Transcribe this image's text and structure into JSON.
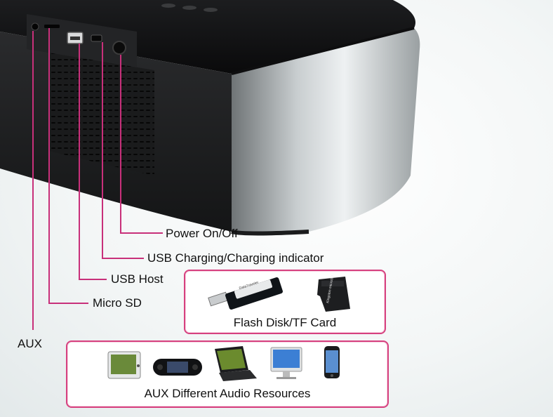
{
  "callouts": {
    "power": "Power On/Off",
    "usb_charging": "USB Charging/Charging indicator",
    "usb_host": "USB Host",
    "micro_sd": "Micro SD",
    "aux": "AUX"
  },
  "storage_box": {
    "caption": "Flash Disk/TF Card",
    "usb_drive_text": "DataTraveler",
    "sd_card_text": "Kingston microSD 4GB"
  },
  "audio_box": {
    "caption": "AUX Different Audio Resources"
  },
  "colors": {
    "callout_line": "#c8307a",
    "box_border": "#d6417f"
  }
}
